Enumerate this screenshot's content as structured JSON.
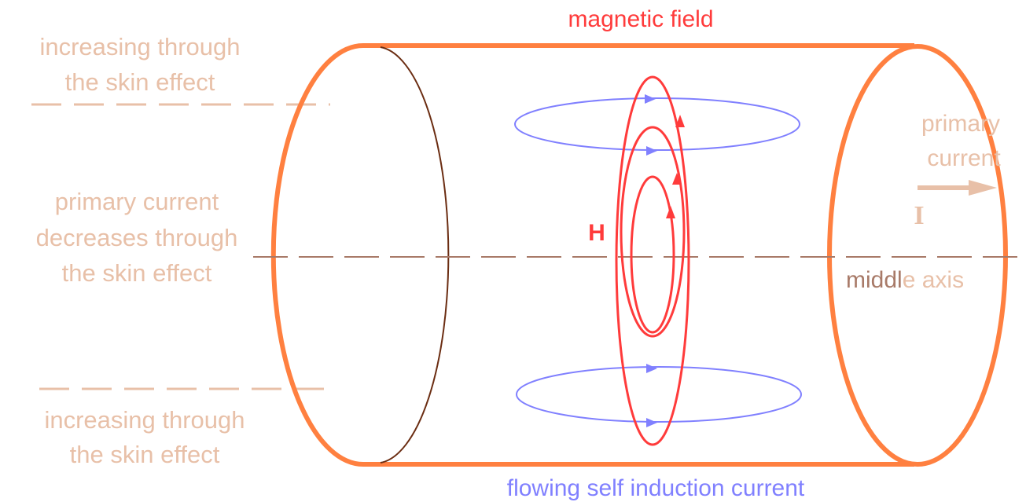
{
  "labels": {
    "magnetic_field": "magnetic field",
    "increasing_top_line1": "increasing through",
    "increasing_top_line2": "the skin effect",
    "primary_current_line1": "primary current",
    "primary_current_line2": "decreases through",
    "primary_current_line3": "the skin effect",
    "increasing_bottom_line1": "increasing through",
    "increasing_bottom_line2": "the skin effect",
    "primary_right_line1": "primary",
    "primary_right_line2": "current",
    "current_symbol": "I",
    "h_symbol": "H",
    "middle_axis_part1": "middl",
    "middle_axis_part2": "e axis",
    "flowing_current": "flowing self induction current"
  },
  "colors": {
    "cylinder_outline": "#ff8040",
    "back_edge": "#6b2d12",
    "magnetic_field_lines": "#ff3b3b",
    "induction_current_loops": "#8080ff",
    "annotation_text": "#e8c0a8",
    "axis_line": "#a87a68",
    "axis_label_dark": "#a87a68",
    "current_arrow": "#e8c0a8"
  }
}
